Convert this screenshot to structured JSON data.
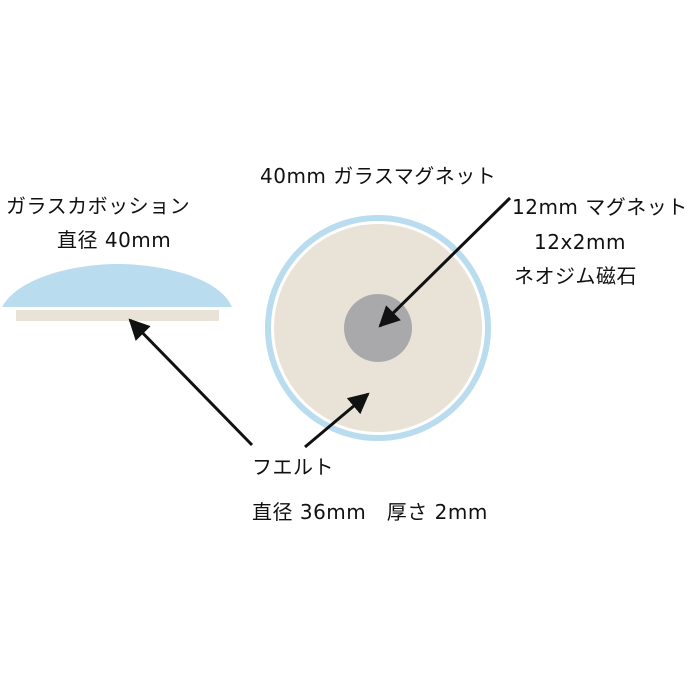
{
  "labels": {
    "cabochon_name": "ガラスカボッション",
    "cabochon_diameter": "直径 40mm",
    "product_title": "40mm ガラスマグネット",
    "magnet_name": "12mm マグネット",
    "magnet_size": "12x2mm",
    "magnet_material": "ネオジム磁石",
    "felt_name": "フエルト",
    "felt_dimensions": "直径 36mm　厚さ 2mm"
  },
  "colors": {
    "glass": "#b9dcef",
    "felt": "#e8e3d6",
    "magnet": "#a9a9ab",
    "arrow": "#111111"
  }
}
